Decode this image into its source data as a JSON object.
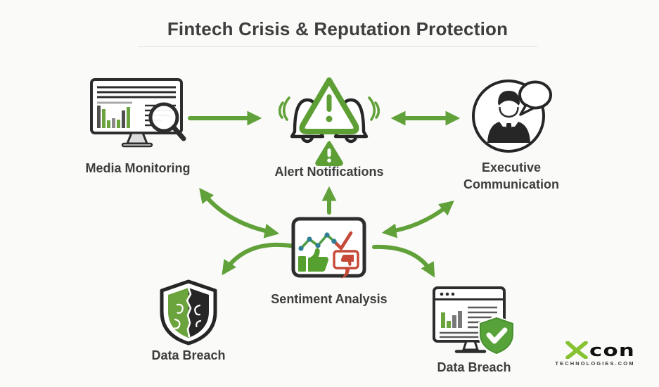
{
  "title": "Fintech Crisis & Reputation Protection",
  "nodes": {
    "media_monitoring": {
      "label": "Media Monitoring",
      "icon": "monitor-barchart-magnifier"
    },
    "alert_notifications": {
      "label": "Alert Notifications",
      "icon": "bells-warning-triangles"
    },
    "executive_communication": {
      "label": "Executive Communication",
      "icon": "businessman-speech-bubble"
    },
    "sentiment_analysis": {
      "label": "Sentiment Analysis",
      "icon": "trend-chart-thumbs-up-down"
    },
    "data_breach_shield": {
      "label": "Data Breach",
      "icon": "split-cracked-shield"
    },
    "data_breach_monitor": {
      "label": "Data Breach",
      "icon": "monitor-shield-checkmark"
    }
  },
  "connections": [
    {
      "from": "media_monitoring",
      "to": "alert_notifications",
      "direction": "one-way"
    },
    {
      "from": "alert_notifications",
      "to": "executive_communication",
      "direction": "two-way"
    },
    {
      "from": "sentiment_analysis",
      "to": "alert_notifications",
      "direction": "one-way"
    },
    {
      "from": "sentiment_analysis",
      "to": "media_monitoring",
      "direction": "two-way"
    },
    {
      "from": "sentiment_analysis",
      "to": "executive_communication",
      "direction": "two-way"
    },
    {
      "from": "sentiment_analysis",
      "to": "data_breach_shield",
      "direction": "one-way"
    },
    {
      "from": "sentiment_analysis",
      "to": "data_breach_monitor",
      "direction": "one-way"
    }
  ],
  "logo": {
    "brand_x": "x",
    "brand_rest": "con",
    "domain": "TECHNOLOGIES.COM"
  },
  "colors": {
    "accent_green": "#61a139",
    "icon_green": "#6ba33d",
    "thumb_green": "#55a02e",
    "logo_green": "#86c232",
    "alert_red": "#c64937",
    "teal": "#2f7e93",
    "outline_dark": "#2d2d2d",
    "text": "#3d3d3d",
    "gray_bar": "#8a8a8a",
    "background": "#fafaf8"
  }
}
